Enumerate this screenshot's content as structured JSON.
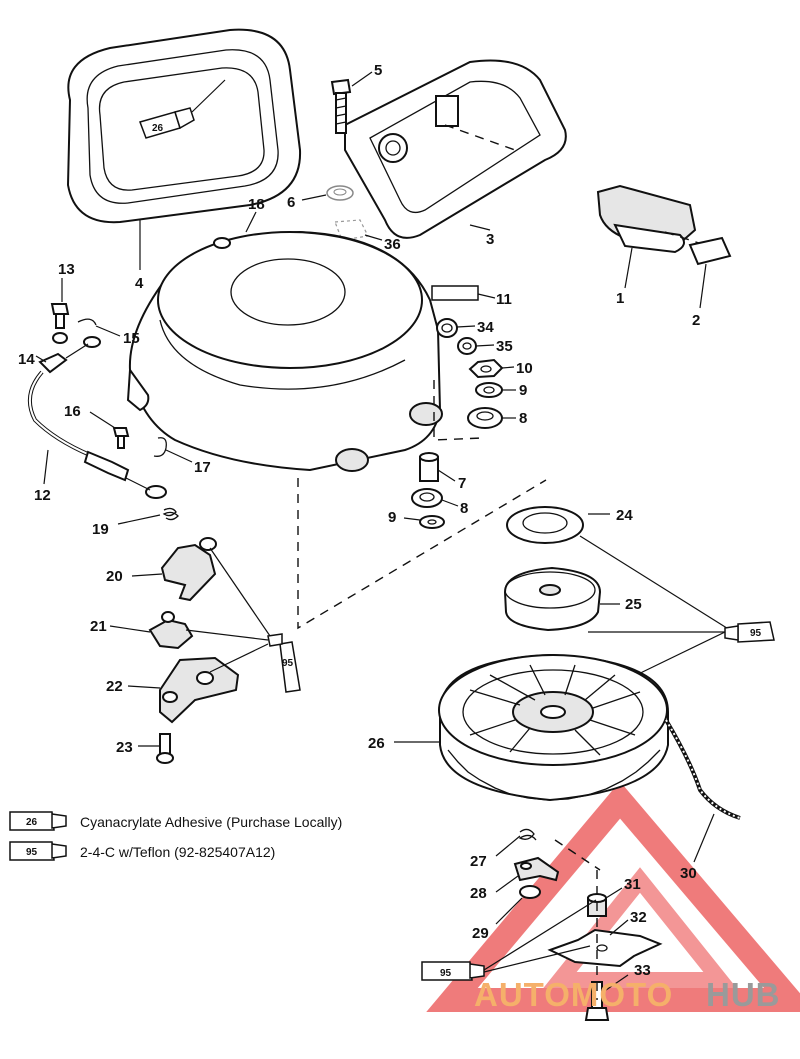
{
  "callouts": {
    "p1": "1",
    "p2": "2",
    "p3": "3",
    "p4": "4",
    "p5": "5",
    "p6": "6",
    "p7": "7",
    "p8a": "8",
    "p8b": "8",
    "p9a": "9",
    "p9b": "9",
    "p10": "10",
    "p11": "11",
    "p12": "12",
    "p13": "13",
    "p14": "14",
    "p15": "15",
    "p16": "16",
    "p17": "17",
    "p18": "18",
    "p19": "19",
    "p20": "20",
    "p21": "21",
    "p22": "22",
    "p23": "23",
    "p24": "24",
    "p25": "25",
    "p26": "26",
    "p27": "27",
    "p28": "28",
    "p29": "29",
    "p30": "30",
    "p31": "31",
    "p32": "32",
    "p33": "33",
    "p34": "34",
    "p35": "35",
    "p36": "36"
  },
  "tubes": {
    "t26_top": "26",
    "t95_right": "95",
    "t95_left": "95",
    "t95_bottom": "95"
  },
  "legend": [
    {
      "code": "26",
      "text": "Cyanacrylate Adhesive (Purchase Locally)"
    },
    {
      "code": "95",
      "text": "2-4-C w/Teflon (92-825407A12)"
    }
  ],
  "watermark": {
    "part_a": "AUTOMOTO",
    "part_b": "HUB",
    "color_a": "#f5b06a",
    "color_b": "#9a9a9a",
    "triangle_color": "#e63030"
  }
}
